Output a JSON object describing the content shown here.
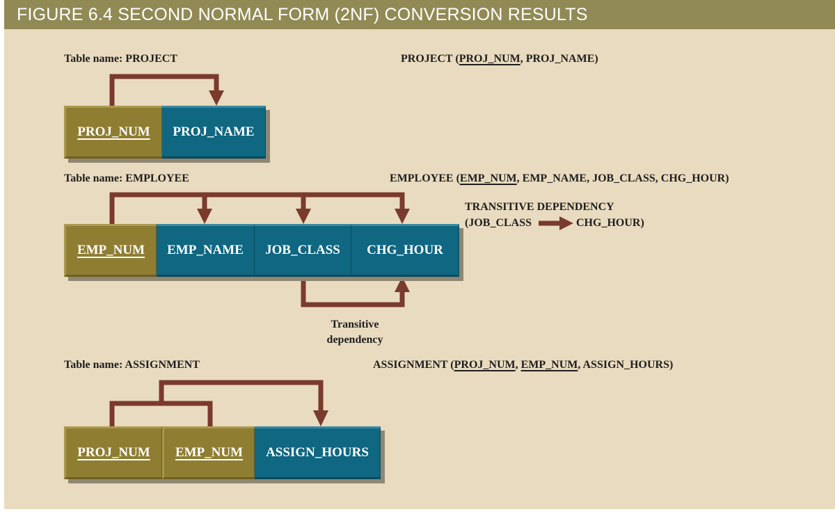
{
  "figure": {
    "title": "FIGURE 6.4  SECOND NORMAL FORM (2NF) CONVERSION RESULTS",
    "colors": {
      "title_bar": "#918a55",
      "background": "#e9dbbf",
      "key_cell": "#8f7d32",
      "attribute_cell": "#0f6781",
      "arrow": "#7a3a2c"
    }
  },
  "project": {
    "table_label": "Table name: PROJECT",
    "schema_prefix": "PROJECT (",
    "schema_key": "PROJ_NUM",
    "schema_suffix": ", PROJ_NAME)",
    "cells": [
      "PROJ_NUM",
      "PROJ_NAME"
    ]
  },
  "employee": {
    "table_label": "Table name: EMPLOYEE",
    "schema_prefix": "EMPLOYEE (",
    "schema_key": "EMP_NUM",
    "schema_suffix": ", EMP_NAME, JOB_CLASS, CHG_HOUR)",
    "cells": [
      "EMP_NUM",
      "EMP_NAME",
      "JOB_CLASS",
      "CHG_HOUR"
    ],
    "transitive_note_line1": "TRANSITIVE DEPENDENCY",
    "transitive_note_from": "(JOB_CLASS",
    "transitive_note_to": "CHG_HOUR)",
    "transitive_caption_line1": "Transitive",
    "transitive_caption_line2": "dependency"
  },
  "assignment": {
    "table_label": "Table name: ASSIGNMENT",
    "schema_prefix": "ASSIGNMENT (",
    "schema_key1": "PROJ_NUM",
    "schema_sep": ", ",
    "schema_key2": "EMP_NUM",
    "schema_suffix": ", ASSIGN_HOURS)",
    "cells": [
      "PROJ_NUM",
      "EMP_NUM",
      "ASSIGN_HOURS"
    ]
  }
}
